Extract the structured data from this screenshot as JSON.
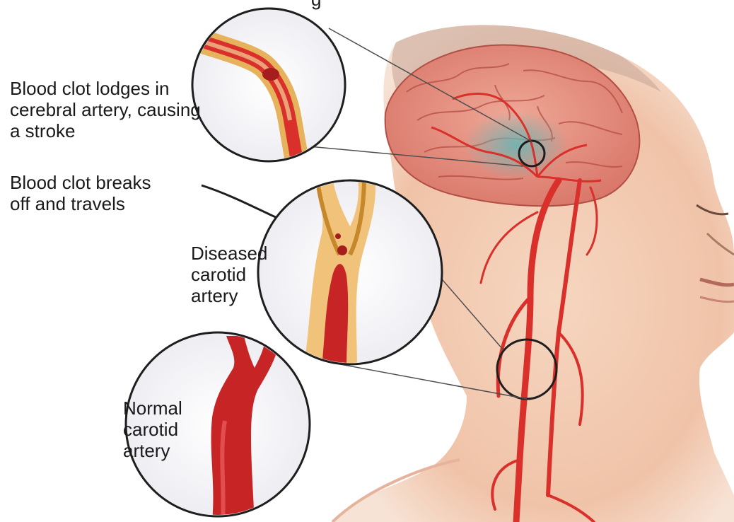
{
  "header_partial": "g",
  "labels": {
    "clot_lodges": [
      "Blood clot lodges in",
      "cerebral artery, causing",
      "a stroke"
    ],
    "clot_breaks": [
      "Blood clot breaks",
      "off and travels"
    ],
    "diseased": [
      "Diseased",
      "carotid",
      "artery"
    ],
    "normal": [
      "Normal",
      "carotid",
      "artery"
    ]
  },
  "colors": {
    "artery": "#d9302b",
    "artery_dark": "#a51d1d",
    "brain": "#e89a86",
    "skin": "#f3c9b0",
    "plaque": "#e6b25c",
    "ischemia": "#5fa5a6"
  }
}
